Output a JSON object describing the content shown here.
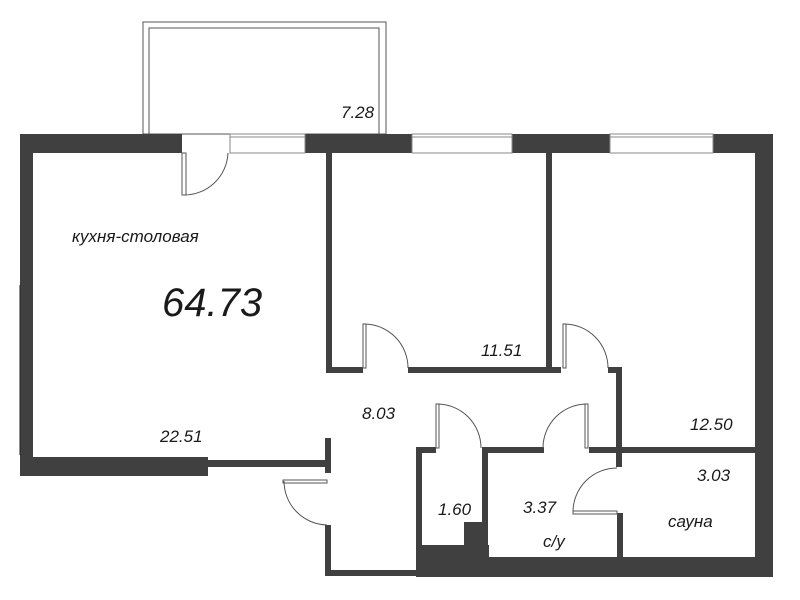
{
  "plan": {
    "total_area": "64.73",
    "wall_color": "#404040",
    "rooms": [
      {
        "id": "balcony",
        "name": "",
        "area": "7.28"
      },
      {
        "id": "kitchen",
        "name": "кухня-столовая",
        "area": "22.51"
      },
      {
        "id": "bedroom1",
        "name": "",
        "area": "11.51"
      },
      {
        "id": "bedroom2",
        "name": "",
        "area": "12.50"
      },
      {
        "id": "hall",
        "name": "",
        "area": "8.03"
      },
      {
        "id": "storage",
        "name": "",
        "area": "1.60"
      },
      {
        "id": "bathroom",
        "name": "с/у",
        "area": "3.37"
      },
      {
        "id": "sauna",
        "name": "сауна",
        "area": "3.03"
      }
    ]
  }
}
